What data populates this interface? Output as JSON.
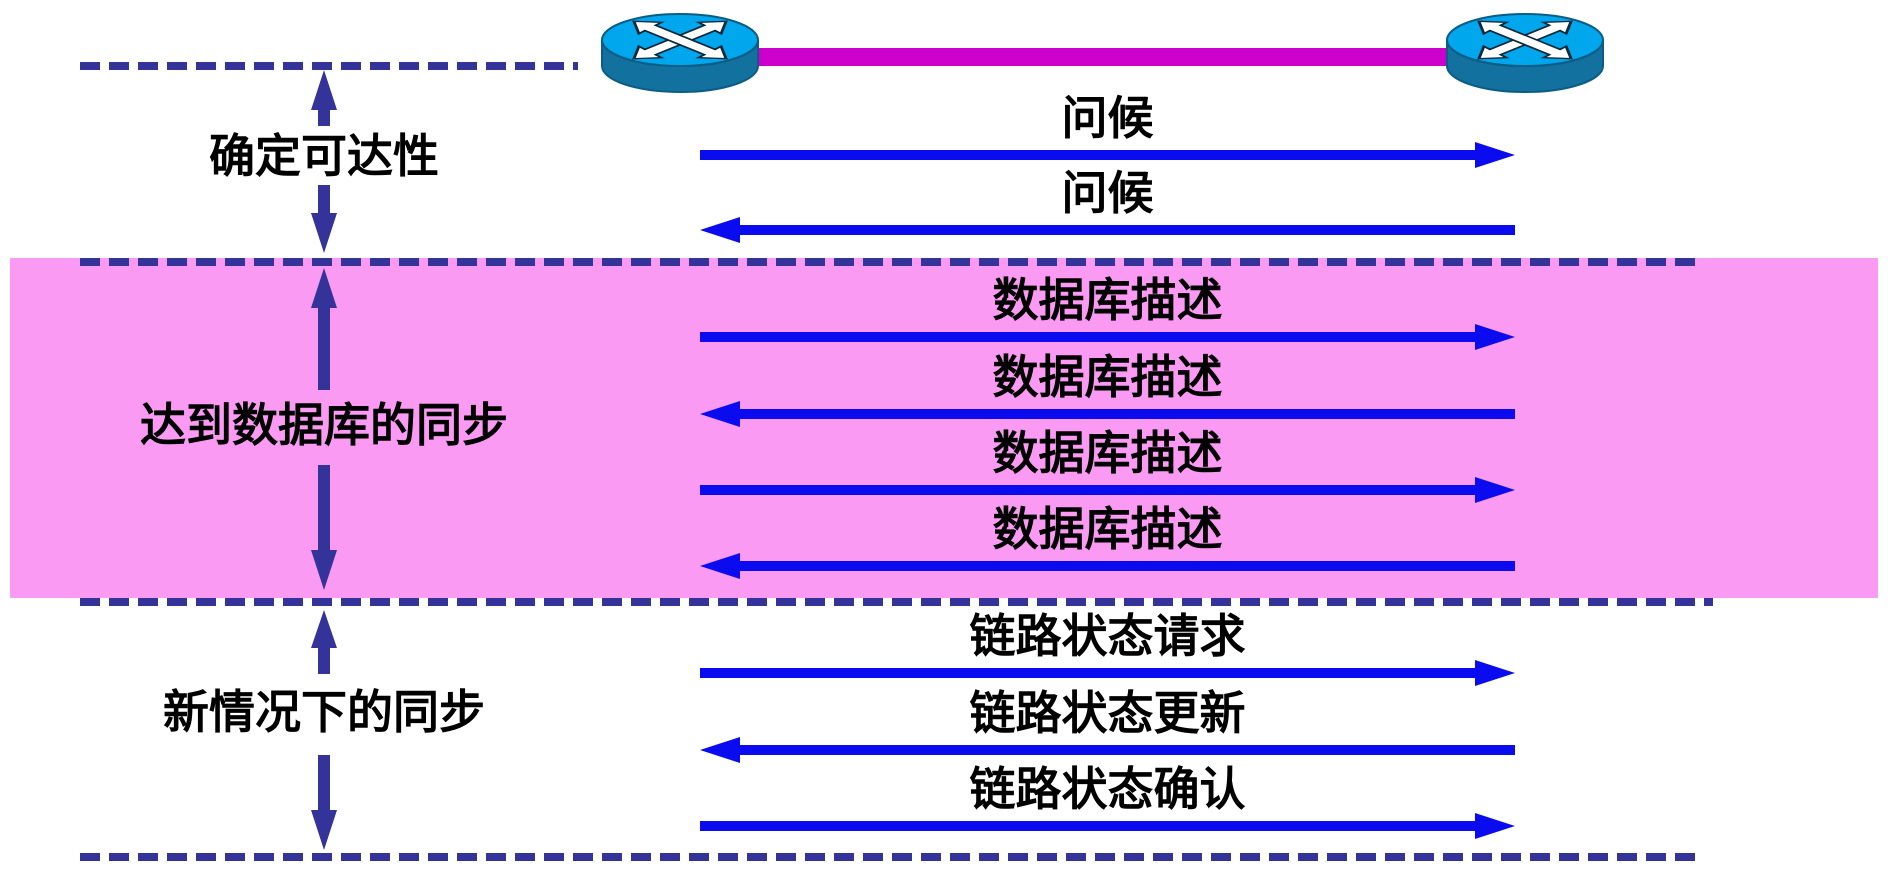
{
  "diagram": {
    "phases": [
      {
        "label": "确定可达性"
      },
      {
        "label": "达到数据库的同步"
      },
      {
        "label": "新情况下的同步"
      }
    ],
    "messages": [
      {
        "label": "问候",
        "direction": "right"
      },
      {
        "label": "问候",
        "direction": "left"
      },
      {
        "label": "数据库描述",
        "direction": "right"
      },
      {
        "label": "数据库描述",
        "direction": "left"
      },
      {
        "label": "数据库描述",
        "direction": "right"
      },
      {
        "label": "数据库描述",
        "direction": "left"
      },
      {
        "label": "链路状态请求",
        "direction": "right"
      },
      {
        "label": "链路状态更新",
        "direction": "left"
      },
      {
        "label": "链路状态确认",
        "direction": "right"
      }
    ],
    "routers": [
      {
        "name": "left-router"
      },
      {
        "name": "right-router"
      }
    ],
    "colors": {
      "message_arrow": "#0b0bf0",
      "boundary": "#333399",
      "phase_band": "#fa9af3",
      "link": "#cc00cc",
      "router_top": "#00a7ec",
      "router_side": "#12719e",
      "router_outline": "#0b5d85"
    }
  }
}
